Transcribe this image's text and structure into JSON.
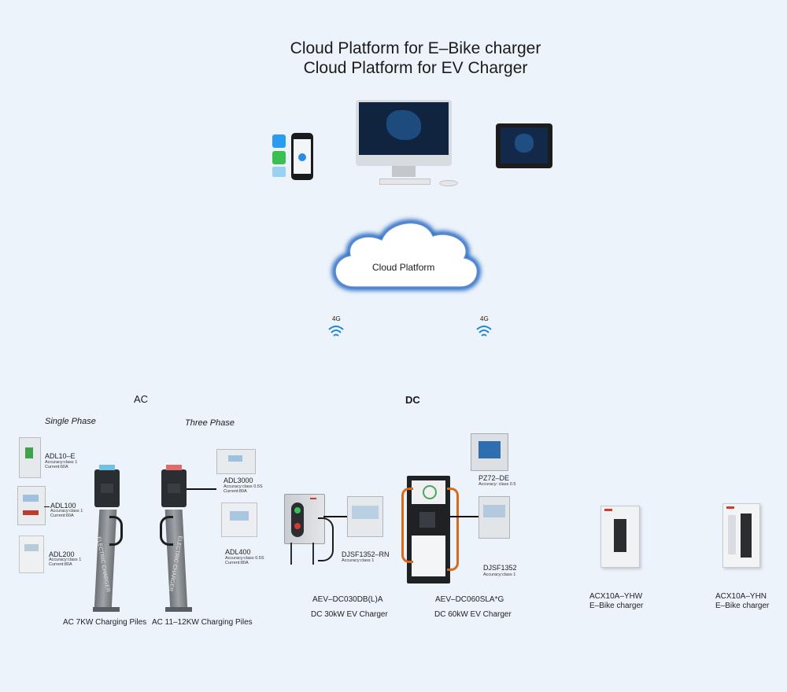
{
  "header": {
    "title1": "Cloud Platform for E–Bike charger",
    "title2": "Cloud Platform for EV Charger"
  },
  "cloud": {
    "label": "Cloud Platform"
  },
  "wireless": {
    "left": "4G",
    "right": "4G"
  },
  "sections": {
    "ac": "AC",
    "dc": "DC",
    "single_phase": "Single Phase",
    "three_phase": "Three Phase"
  },
  "devices": {
    "adl10e": {
      "name": "ADL10–E",
      "accuracy": "Accuracy:class 1",
      "current": "Current:60A"
    },
    "adl100": {
      "name": "ADL100",
      "accuracy": "Accuracy:class 1",
      "current": "Current:60A"
    },
    "adl200": {
      "name": "ADL200",
      "accuracy": "Accuracy:class 1",
      "current": "Current:80A"
    },
    "adl3000": {
      "name": "ADL3000",
      "accuracy": "Accuracy:class 0.5S",
      "current": "Current:80A"
    },
    "adl400": {
      "name": "ADL400",
      "accuracy": "Accuracy:class 0.5S",
      "current": "Current:80A"
    },
    "djsf1352rn": {
      "name": "DJSF1352–RN",
      "accuracy": "Accuracy:class 1"
    },
    "pz72de": {
      "name": "PZ72–DE",
      "accuracy": "Accuracy: class 0.5"
    },
    "djsf1352": {
      "name": "DJSF1352",
      "accuracy": "Accuracy:class 1"
    }
  },
  "chargers": {
    "ac7": "AC 7KW Charging Piles",
    "ac11": "AC 11–12KW Charging Piles",
    "dc030_model": "AEV–DC030DB(L)A",
    "dc030_desc": "DC 30kW EV Charger",
    "dc060_model": "AEV–DC060SLA*G",
    "dc060_desc": "DC 60kW EV Charger",
    "acx_yhw_model": "ACX10A–YHW",
    "acx_yhw_desc": "E–Bike charger",
    "acx_yhn_model": "ACX10A–YHN",
    "acx_yhn_desc": "E–Bike charger",
    "pile_text": "ELECTRIC CHARGER"
  },
  "colors": {
    "wifi": "#1e86d6",
    "cloud_glow": "#2f6fc4",
    "accent_orange": "#d86a1a"
  }
}
